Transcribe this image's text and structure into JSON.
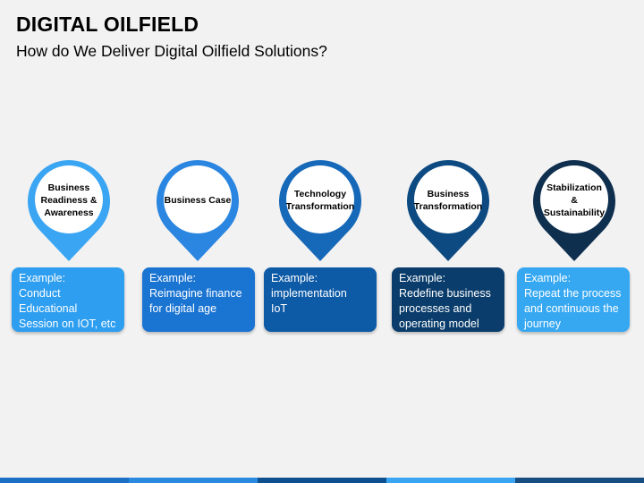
{
  "header": {
    "title": "DIGITAL OILFIELD",
    "subtitle": "How do We Deliver Digital Oilfield Solutions?"
  },
  "steps": [
    {
      "pin_label": "Business\nReadiness &\nAwareness",
      "card_label": "Example:",
      "card_text": "Conduct Educational\nSession on IOT, etc",
      "color": "#2e9ef0"
    },
    {
      "pin_label": "Business Case",
      "card_label": "Example:",
      "card_text": "Reimagine finance\nfor digital age",
      "color": "#1a74d2"
    },
    {
      "pin_label": "Technology\nTransformation",
      "card_label": "Example:",
      "card_text": "implementation\nIoT",
      "color": "#0d5aa6"
    },
    {
      "pin_label": "Business\nTransformation",
      "card_label": "Example:",
      "card_text": "Redefine business\nprocesses and\noperating model",
      "color": "#0a3d6b"
    },
    {
      "pin_label": "Stabilization\n&\nSustainability",
      "card_label": "Example:",
      "card_text": "Repeat the process\nand continuous the\njourney",
      "color": "#36a8f2"
    }
  ],
  "pin_outline_colors": [
    "#3aa5f2",
    "#2a86e0",
    "#1668b8",
    "#0e4a82",
    "#0f2f4f"
  ],
  "bottom_bar_colors": [
    "#1b6fc4",
    "#2a8ae0",
    "#0d4f8f",
    "#3aa5f2",
    "#174d80"
  ]
}
